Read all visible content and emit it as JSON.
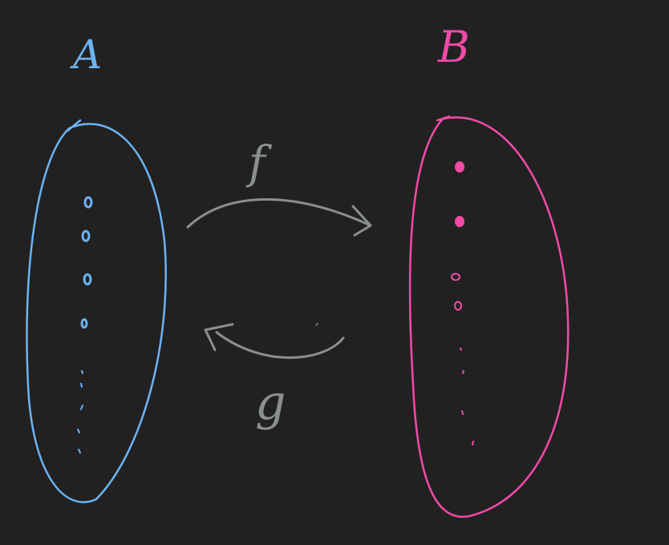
{
  "canvas": {
    "background": "#222121"
  },
  "sets": [
    {
      "label": "A",
      "color": "#6cb4f5",
      "dot_count": 4,
      "has_ellipsis": true
    },
    {
      "label": "B",
      "color": "#f24aa6",
      "dot_count": 4,
      "has_ellipsis": true
    }
  ],
  "arrows": [
    {
      "label": "f",
      "from": "A",
      "to": "B",
      "color": "#8a8f91"
    },
    {
      "label": "g",
      "from": "B",
      "to": "A",
      "color": "#8a8f91"
    }
  ]
}
